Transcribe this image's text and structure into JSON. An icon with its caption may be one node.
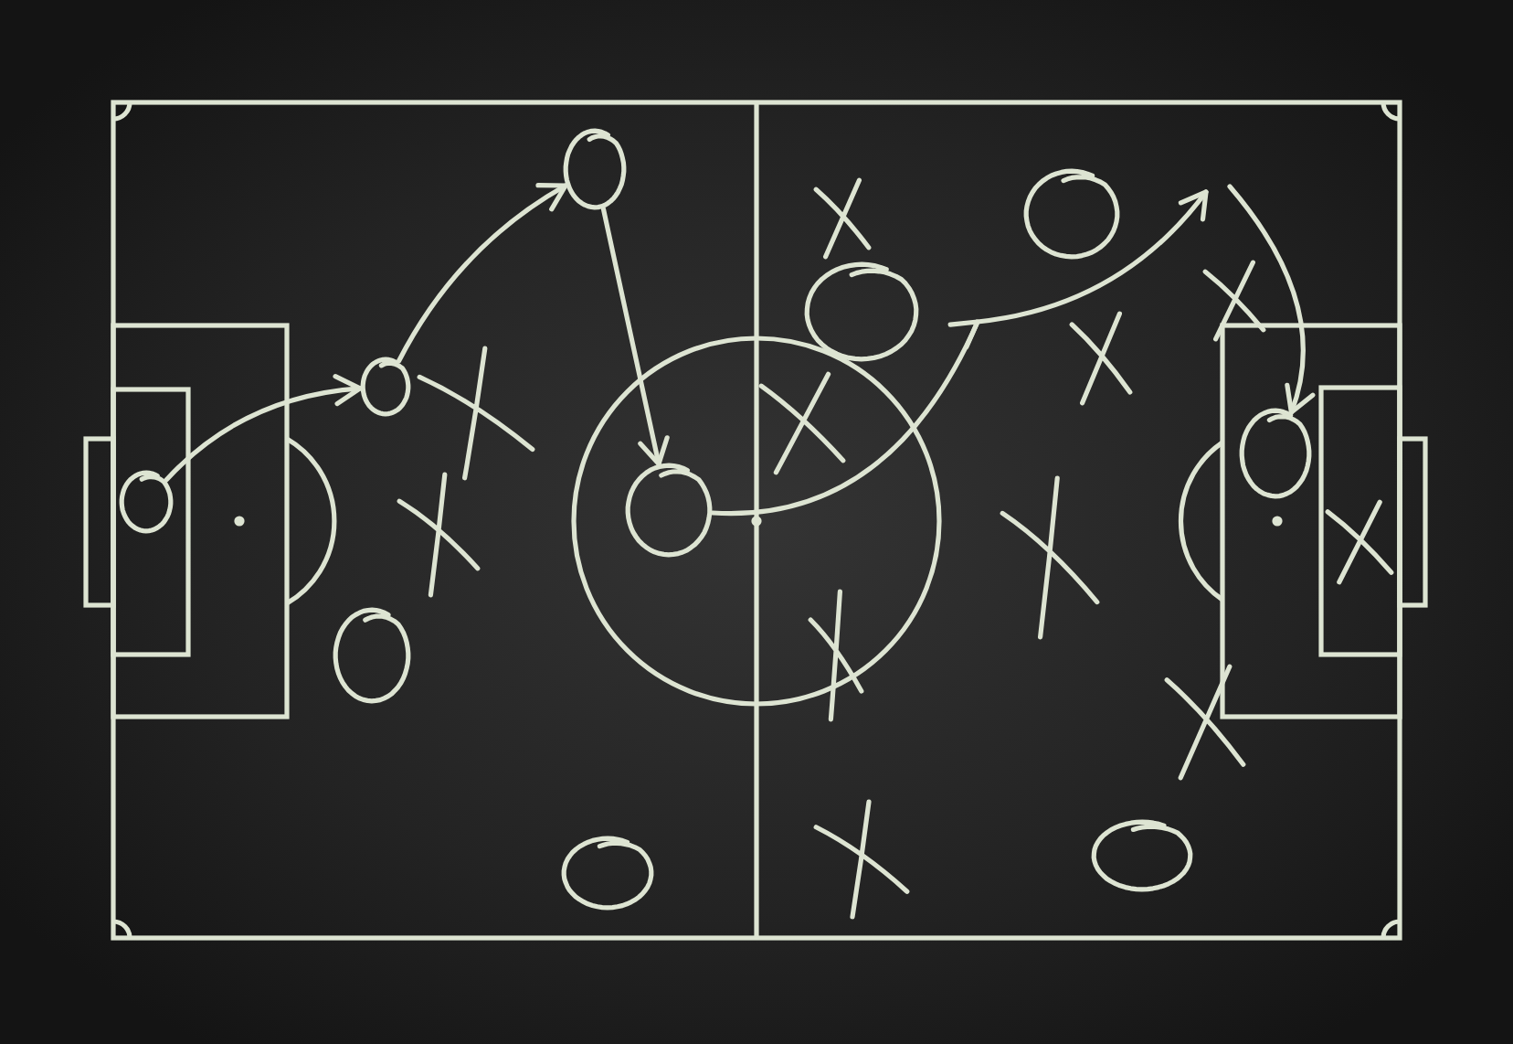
{
  "diagram": {
    "nodes": [
      {
        "text": [],
        "shape": "circle"
      },
      {
        "text": [],
        "shape": "cross"
      },
      {
        "text": [],
        "shape": "circle"
      },
      {
        "text": [],
        "shape": "cross"
      },
      {
        "text": [],
        "shape": "circle"
      },
      {
        "text": [],
        "shape": "cross"
      },
      {
        "text": [],
        "shape": "circle"
      },
      {
        "text": [],
        "shape": "cross"
      },
      {
        "text": [],
        "shape": "cross"
      },
      {
        "text": [],
        "shape": "circle"
      },
      {
        "text": [],
        "shape": "circle"
      },
      {
        "text": [],
        "shape": "circle"
      },
      {
        "text": [],
        "shape": "cross"
      },
      {
        "text": [],
        "shape": "cross"
      },
      {
        "text": [],
        "shape": "cross"
      },
      {
        "text": [],
        "shape": "circle"
      },
      {
        "text": [],
        "shape": "cross"
      },
      {
        "text": [],
        "shape": "cross"
      },
      {
        "text": [],
        "shape": "cross"
      },
      {
        "text": [],
        "shape": "circle"
      },
      {
        "text": [],
        "shape": "circle"
      }
    ],
    "edges": [
      {
        "from": 10,
        "to": 6,
        "arrow": "to"
      },
      {
        "from": 6,
        "to": 0,
        "arrow": "to"
      },
      {
        "from": 0,
        "to": 11,
        "arrow": "to"
      },
      {
        "from": 11,
        "to": null,
        "arrow": "to"
      },
      {
        "from": null,
        "to": 9,
        "arrow": "to"
      }
    ]
  }
}
